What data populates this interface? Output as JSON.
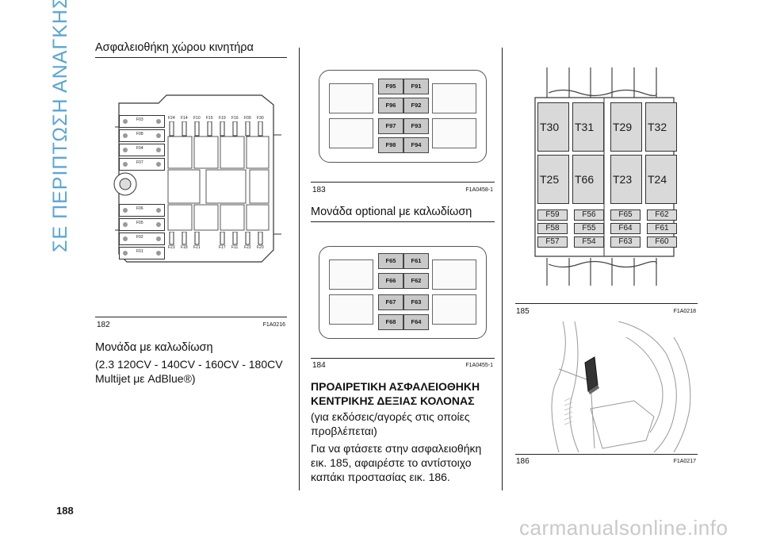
{
  "side_title": "ΣΕ ΠΕΡΙΠΤΩΣΗ ΑΝΑΓΚΗΣ",
  "page_number": "188",
  "watermark": "carmanualsonline.info",
  "col1": {
    "heading": "Ασφαλειοθήκη χώρου κινητήρα",
    "fig_num": "182",
    "fig_code": "F1A0216",
    "subheading": "Μονάδα με καλωδίωση",
    "text": "(2.3 120CV - 140CV - 160CV - 180CV Multijet με AdBlue®)",
    "left_fuses": [
      "F03",
      "F08",
      "F04",
      "F07",
      "F06",
      "F05",
      "F02",
      "F01"
    ],
    "top_fuses": [
      "F24",
      "F14",
      "F10",
      "F15",
      "F19",
      "F16",
      "F09",
      "F30"
    ],
    "bottom_fuses_left": [
      "F23",
      "F18",
      "F21"
    ],
    "bottom_fuses_right": [
      "F17",
      "F11",
      "F22",
      "F20"
    ]
  },
  "col2": {
    "fig183": {
      "num": "183",
      "code": "F1A0458-1",
      "fuses": [
        [
          "F95",
          "F91"
        ],
        [
          "F96",
          "F92"
        ],
        [
          "F97",
          "F93"
        ],
        [
          "F98",
          "F94"
        ]
      ]
    },
    "heading": "Μονάδα optional με καλωδίωση",
    "fig184": {
      "num": "184",
      "code": "F1A0455-1",
      "fuses": [
        [
          "F65",
          "F61"
        ],
        [
          "F66",
          "F62"
        ],
        [
          "F67",
          "F63"
        ],
        [
          "F68",
          "F64"
        ]
      ]
    },
    "bold_heading": "ΠΡΟΑΙΡΕΤΙΚΗ ΑΣΦΑΛΕΙΟΘΗΚΗ ΚΕΝΤΡΙΚΗΣ ΔΕΞΙΑΣ ΚΟΛΟΝΑΣ",
    "para1": "(για εκδόσεις/αγορές στις οποίες προβλέπεται)",
    "para2": "Για να φτάσετε στην ασφαλειοθήκη εικ. 185, αφαιρέστε το αντίστοιχο καπάκι προστασίας εικ. 186."
  },
  "col3": {
    "fig185": {
      "num": "185",
      "code": "F1A0218",
      "relays_top": [
        "T30",
        "T31",
        "T29",
        "T32"
      ],
      "relays_bottom": [
        "T25",
        "T66",
        "T23",
        "T24"
      ],
      "fuse_rows": [
        [
          "F59",
          "F56",
          "F65",
          "F62"
        ],
        [
          "F58",
          "F55",
          "F64",
          "F61"
        ],
        [
          "F57",
          "F54",
          "F63",
          "F60"
        ]
      ]
    },
    "fig186": {
      "num": "186",
      "code": "F1A0217"
    }
  }
}
